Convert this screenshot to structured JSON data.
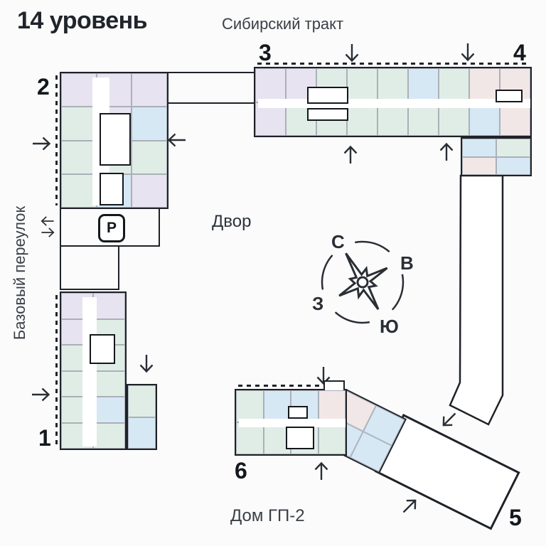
{
  "title": "14 уровень",
  "labels": {
    "street_top": "Сибирский тракт",
    "street_left": "Базовый переулок",
    "yard": "Двор",
    "house": "Дом ГП-2"
  },
  "parking": {
    "symbol": "P"
  },
  "compass": {
    "north": "С",
    "east": "В",
    "south": "Ю",
    "west": "З"
  },
  "buildings": {
    "b1": {
      "number": "1"
    },
    "b2": {
      "number": "2"
    },
    "b3": {
      "number": "3"
    },
    "b4": {
      "number": "4"
    },
    "b5": {
      "number": "5"
    },
    "b6": {
      "number": "6"
    }
  },
  "colors": {
    "wall": "#1e2228",
    "text": "#3a3f47",
    "apartments": {
      "grn": "#e0ede6",
      "lav": "#e7e3f0",
      "blu": "#d7e8f5",
      "pink": "#f2e7e7",
      "wht": "#ffffff"
    }
  },
  "mosaics": {
    "b2": {
      "rows": [
        [
          "lav",
          "lav",
          "lav"
        ],
        [
          "grn",
          "lav",
          "blu"
        ],
        [
          "grn",
          "grn",
          "grn"
        ],
        [
          "grn",
          "blu",
          "lav"
        ]
      ]
    },
    "b34": {
      "rows": [
        [
          "lav",
          "lav",
          "grn",
          "grn",
          "grn",
          "blu",
          "grn",
          "pink",
          "pink"
        ],
        [
          "lav",
          "grn",
          "grn",
          "grn",
          "grn",
          "grn",
          "grn",
          "blu",
          "pink"
        ]
      ]
    },
    "b4ext": {
      "rows": [
        [
          "blu",
          "grn"
        ],
        [
          "pink",
          "blu"
        ]
      ]
    },
    "b1": {
      "rows": [
        [
          "lav",
          "lav"
        ],
        [
          "lav",
          "grn"
        ],
        [
          "grn",
          "grn"
        ],
        [
          "grn",
          "grn"
        ],
        [
          "grn",
          "blu"
        ],
        [
          "grn",
          "grn"
        ]
      ]
    },
    "b1ext": {
      "rows": [
        [
          "grn"
        ],
        [
          "blu"
        ]
      ]
    },
    "b6": {
      "rows": [
        [
          "grn",
          "blu",
          "blu",
          "pink"
        ],
        [
          "grn",
          "grn",
          "grn",
          "grn"
        ]
      ]
    },
    "b6wing": {
      "rows": [
        [
          "pink",
          "blu"
        ],
        [
          "blu",
          "blu"
        ]
      ]
    }
  }
}
